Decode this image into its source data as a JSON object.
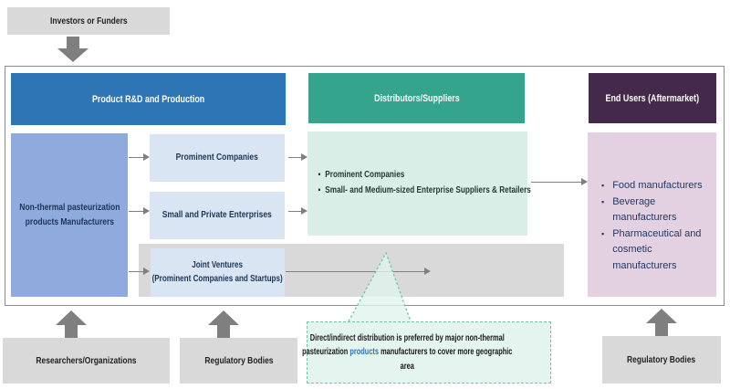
{
  "external_boxes": {
    "investors": "Investors or Funders",
    "researchers": "Researchers/Organizations",
    "regulatory_middle": "Regulatory Bodies",
    "regulatory_right": "Regulatory Bodies"
  },
  "column_headers": {
    "production": "Product R&D and Production",
    "distributors": "Distributors/Suppliers",
    "end_users": "End Users (Aftermarket)"
  },
  "production_column": {
    "manufacturers_line1": "Non-thermal pasteurization",
    "manufacturers_line2": "products Manufacturers",
    "prominent_companies": "Prominent Companies",
    "small_private": "Small and Private Enterprises",
    "joint_ventures_line1": "Joint Ventures",
    "joint_ventures_line2": "(Prominent Companies and Startups)"
  },
  "distributors_box": {
    "bullet": "▪",
    "items": [
      "Prominent Companies",
      "Small- and Medium-sized Enterprise Suppliers & Retailers"
    ]
  },
  "end_users_box": {
    "bullet": "▪",
    "items": [
      "Food manufacturers",
      "Beverage manufacturers",
      "Pharmaceutical and cosmetic manufacturers"
    ]
  },
  "callout": {
    "text_before": "Direct/indirect distribution is preferred by major non-thermal pasteurization",
    "highlight": "products",
    "text_after": " manufacturers to cover more geographic area"
  },
  "colors": {
    "production_header": "#2E75B6",
    "distributors_header": "#34A48C",
    "end_users_header": "#44294A",
    "manufacturers_box": "#8FAADC",
    "light_blue_box": "#D9E5F2",
    "distributors_detail_box": "#D8EEE7",
    "end_users_detail_box": "#E3D1E2",
    "gray_box": "#D9D9D9",
    "arrow": "#7F7F7F",
    "callout_bg": "#E4F4EE",
    "callout_border": "#6FC7AC",
    "highlight_text": "#2E74B5",
    "navy_text": "#1F3864"
  }
}
